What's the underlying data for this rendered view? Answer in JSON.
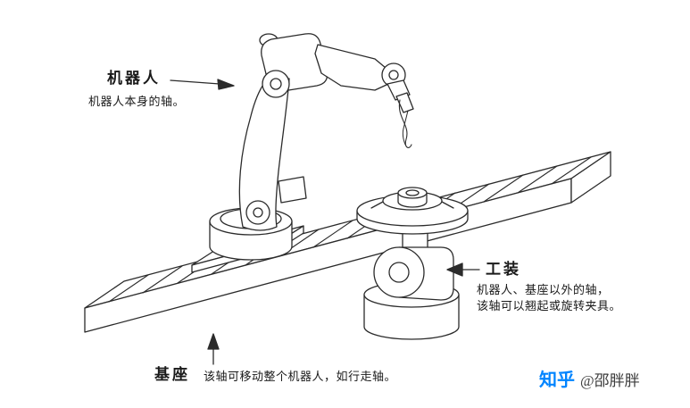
{
  "colors": {
    "background": "#ffffff",
    "line": "#2b2b2b",
    "text": "#1a1a1a",
    "watermark_brand": "#0084ff",
    "watermark_author": "#3c3c3c"
  },
  "annotations": {
    "robot": {
      "title": "机器人",
      "description": "机器人本身的轴。"
    },
    "tooling": {
      "title": "工装",
      "description_line1": "机器人、基座以外的轴，",
      "description_line2": "该轴可以翘起或旋转夹具。"
    },
    "base": {
      "title": "基座",
      "description": "该轴可移动整个机器人，如行走轴。"
    }
  },
  "watermark": {
    "brand": "知乎",
    "author": "@邵胖胖"
  },
  "diagram": {
    "parts": [
      "robot-arm",
      "linear-rail-base",
      "tooling-positioner"
    ]
  }
}
